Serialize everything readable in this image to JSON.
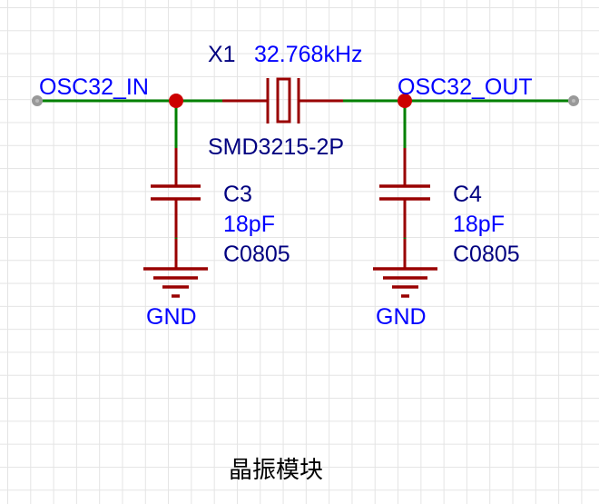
{
  "colors": {
    "wire": "#008000",
    "pin": "#990000",
    "junction": "#cc0000",
    "endpoint": "#999999",
    "net_label": "#0000ff",
    "designator": "#000080",
    "value": "#0000ff"
  },
  "nets": {
    "left": "OSC32_IN",
    "right": "OSC32_OUT",
    "gnd_left": "GND",
    "gnd_right": "GND"
  },
  "components": {
    "crystal": {
      "designator": "X1",
      "value": "32.768kHz",
      "footprint": "SMD3215-2P"
    },
    "cap_left": {
      "designator": "C3",
      "value": "18pF",
      "footprint": "C0805"
    },
    "cap_right": {
      "designator": "C4",
      "value": "18pF",
      "footprint": "C0805"
    }
  },
  "block_title": "晶振模块"
}
